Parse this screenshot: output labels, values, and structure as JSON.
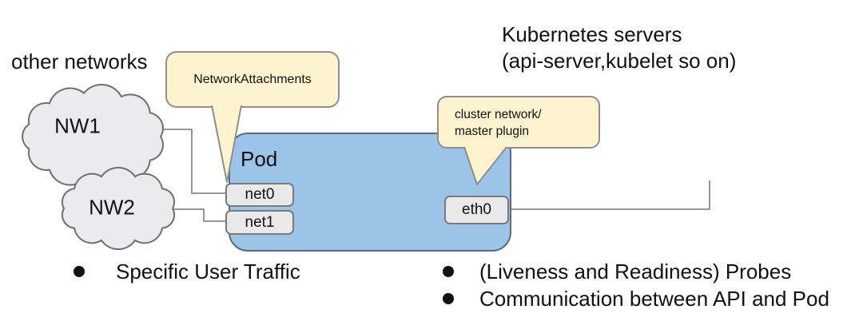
{
  "colors": {
    "background": "#ffffff",
    "pod_fill": "#9cc3e8",
    "pod_border": "#5b6b7c",
    "callout_fill": "#fdf3ce",
    "callout_border": "#8f8f8f",
    "cloud_fill": "#ebebed",
    "cloud_border": "#6f6f6f",
    "iface_fill": "#e9e9e9",
    "iface_border": "#7a7a7a",
    "connector": "#8a8a8a",
    "text": "#111111"
  },
  "header": {
    "other_networks": "other networks",
    "kubernetes_line1": "Kubernetes servers",
    "kubernetes_line2": "(api-server,kubelet so on)"
  },
  "clouds": [
    {
      "label": "NW1"
    },
    {
      "label": "NW2"
    }
  ],
  "callouts": {
    "network_attachments": "NetworkAttachments",
    "cluster_network_line1": "cluster network/",
    "cluster_network_line2": "master plugin"
  },
  "pod": {
    "label": "Pod",
    "interfaces": [
      {
        "name": "net0"
      },
      {
        "name": "net1"
      },
      {
        "name": "eth0"
      }
    ]
  },
  "bullets": {
    "left": [
      "Specific User Traffic"
    ],
    "right": [
      "(Liveness and Readiness) Probes",
      "Communication between API and Pod"
    ]
  }
}
